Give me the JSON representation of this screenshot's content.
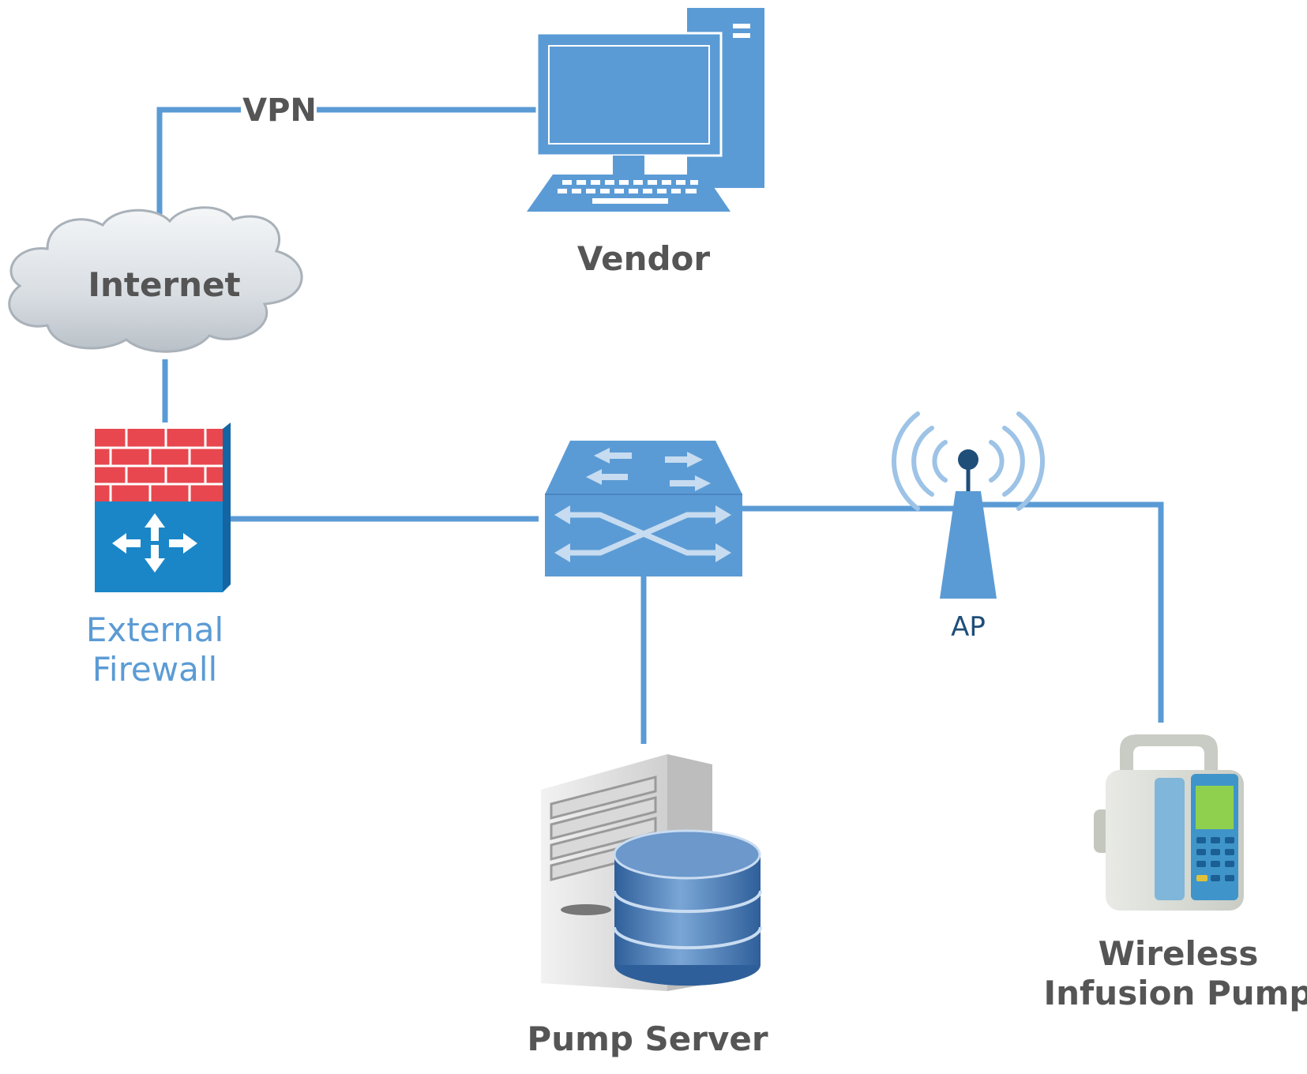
{
  "nodes": {
    "vendor": {
      "label": "Vendor",
      "icon": "desktop-computer-icon"
    },
    "internet": {
      "label": "Internet",
      "icon": "cloud-icon"
    },
    "firewall": {
      "label_line1": "External",
      "label_line2": "Firewall",
      "icon": "firewall-icon"
    },
    "switch": {
      "icon": "network-switch-icon"
    },
    "ap": {
      "label": "AP",
      "icon": "wireless-access-point-icon"
    },
    "pump_server": {
      "label": "Pump Server",
      "icon": "database-server-icon"
    },
    "infusion_pump": {
      "label_line1": "Wireless",
      "label_line2": "Infusion Pump",
      "icon": "infusion-pump-icon"
    }
  },
  "links": {
    "vpn": {
      "label": "VPN",
      "from": "internet",
      "to": "vendor"
    },
    "internet_firewall": {
      "from": "internet",
      "to": "firewall"
    },
    "firewall_switch": {
      "from": "firewall",
      "to": "switch"
    },
    "switch_server": {
      "from": "switch",
      "to": "pump_server"
    },
    "switch_ap": {
      "from": "switch",
      "to": "ap"
    },
    "ap_pump": {
      "from": "ap",
      "to": "infusion_pump"
    }
  },
  "colors": {
    "link": "#5b9bd5",
    "icon_blue": "#5b9bd5",
    "firewall_brick": "#e8474f",
    "firewall_body": "#1a86c8",
    "label_dark": "#555555",
    "label_blue": "#5b9bd5",
    "label_ap": "#1f4e79"
  }
}
